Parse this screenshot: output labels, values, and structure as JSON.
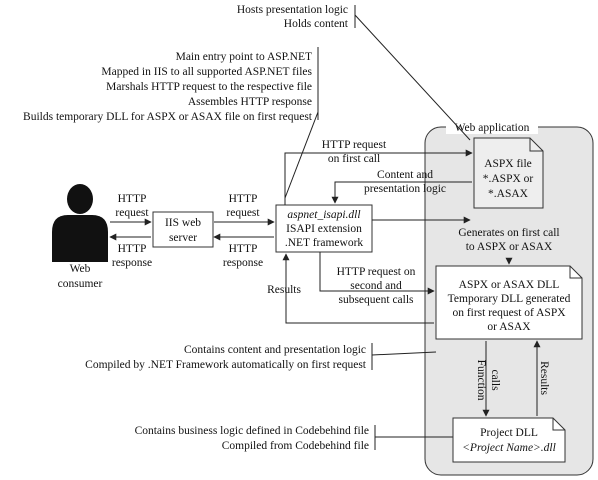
{
  "colors": {
    "web_app_bg": "#e6e6e6",
    "box_fill": "#ffffff",
    "aspx_page_fill": "#eeeeee",
    "person_fill": "#111111",
    "line": "#222222"
  },
  "icons": {
    "consumer": "person-icon",
    "aspx_file": "document-icon"
  },
  "notes": {
    "hosts": [
      "Hosts presentation logic",
      "Holds content"
    ],
    "isapi": [
      "Main entry point to ASP.NET",
      "Mapped in IIS to all supported ASP.NET files",
      "Marshals HTTP request to the respective file",
      "Assembles HTTP response",
      "Builds temporary DLL for ASPX or ASAX file on first request"
    ],
    "dll": [
      "Contains content and presentation logic",
      "Compiled by .NET Framework automatically on first request"
    ],
    "project": [
      "Contains business logic defined in Codebehind file",
      "Compiled from Codebehind file"
    ]
  },
  "web_application": {
    "title": "Web application"
  },
  "consumer": {
    "line1": "Web",
    "line2": "consumer"
  },
  "iis": {
    "line1": "IIS web",
    "line2": "server"
  },
  "isapi": {
    "line1": "aspnet_isapi.dll",
    "line2": "ISAPI extension",
    "line3": ".NET framework"
  },
  "aspx": {
    "line1": "ASPX file",
    "line2": "*.ASPX or",
    "line3": "*.ASAX"
  },
  "dll_box": {
    "line1": "ASPX or ASAX DLL",
    "line2": "Temporary DLL generated",
    "line3": "on first request of ASPX",
    "line4": "or ASAX"
  },
  "project_box": {
    "line1": "Project DLL",
    "line2": "<Project Name>.dll"
  },
  "arrows": {
    "http_request_1": [
      "HTTP",
      "request"
    ],
    "http_response_1": [
      "HTTP",
      "response"
    ],
    "http_request_2": [
      "HTTP",
      "request"
    ],
    "http_response_2": [
      "HTTP",
      "response"
    ],
    "first_call": [
      "HTTP request",
      "on first call"
    ],
    "content": [
      "Content and",
      "presentation logic"
    ],
    "generates": [
      "Generates on first call",
      "to ASPX or ASAX"
    ],
    "subsequent": [
      "HTTP request on",
      "second and",
      "subsequent calls"
    ],
    "results_left": "Results",
    "function_calls": [
      "Function",
      "calls"
    ],
    "results_vertical": "Results"
  }
}
